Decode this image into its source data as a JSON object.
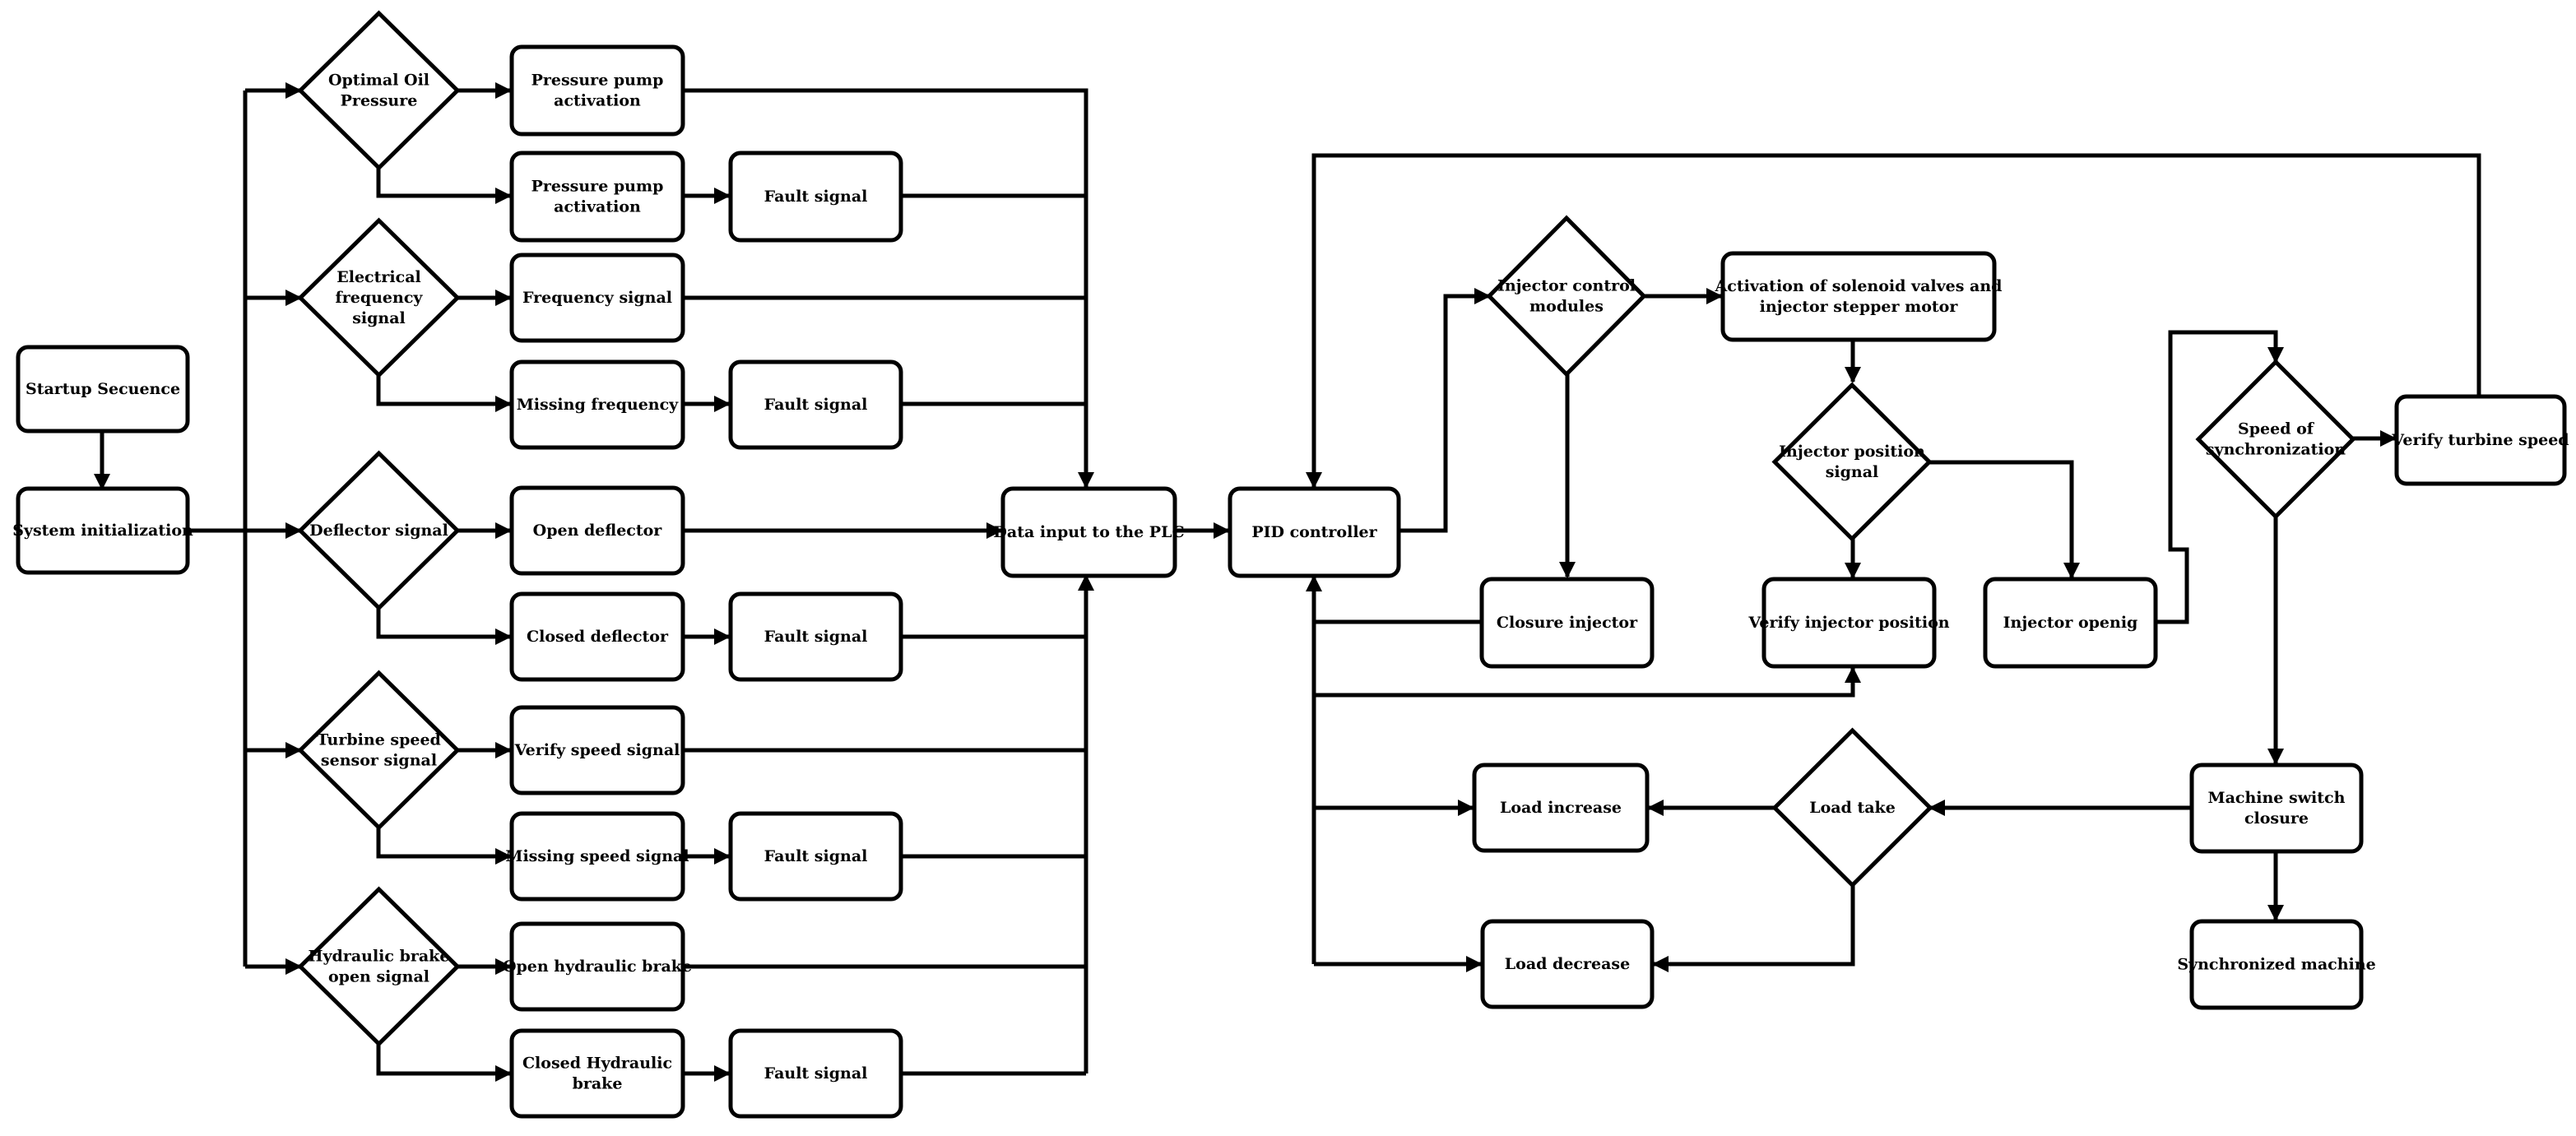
{
  "nodes": {
    "startup": {
      "label": [
        "Startup Secuence"
      ]
    },
    "sysinit": {
      "label": [
        "System initialization"
      ]
    },
    "d_oil": {
      "label": [
        "Optimal Oil",
        "Pressure"
      ]
    },
    "pump1": {
      "label": [
        "Pressure pump",
        "activation"
      ]
    },
    "pump2": {
      "label": [
        "Pressure pump",
        "activation"
      ]
    },
    "fault1": {
      "label": [
        "Fault signal"
      ]
    },
    "d_freq": {
      "label": [
        "Electrical",
        "frequency",
        "signal"
      ]
    },
    "freq": {
      "label": [
        "Frequency signal"
      ]
    },
    "missfreq": {
      "label": [
        "Missing frequency"
      ]
    },
    "fault2": {
      "label": [
        "Fault signal"
      ]
    },
    "d_defl": {
      "label": [
        "Deflector signal"
      ]
    },
    "opendefl": {
      "label": [
        "Open deflector"
      ]
    },
    "closedefl": {
      "label": [
        "Closed deflector"
      ]
    },
    "fault3": {
      "label": [
        "Fault signal"
      ]
    },
    "d_speed": {
      "label": [
        "Turbine speed",
        "sensor signal"
      ]
    },
    "verspeed": {
      "label": [
        "Verify speed signal"
      ]
    },
    "missspeed": {
      "label": [
        "Missing speed signal"
      ]
    },
    "fault4": {
      "label": [
        "Fault signal"
      ]
    },
    "d_brake": {
      "label": [
        "Hydraulic brake",
        "open signal"
      ]
    },
    "openbrake": {
      "label": [
        "Open hydraulic brake"
      ]
    },
    "closebrake": {
      "label": [
        "Closed Hydraulic",
        "brake"
      ]
    },
    "fault5": {
      "label": [
        "Fault signal"
      ]
    },
    "plc": {
      "label": [
        "Data input to the PLC"
      ]
    },
    "pid": {
      "label": [
        "PID controller"
      ]
    },
    "d_inj": {
      "label": [
        "Injector control",
        "modules"
      ]
    },
    "solenoid": {
      "label": [
        "Activation of solenoid valves and",
        "injector stepper motor"
      ]
    },
    "closure": {
      "label": [
        "Closure injector"
      ]
    },
    "d_injpos": {
      "label": [
        "Injector position",
        "signal"
      ]
    },
    "verinj": {
      "label": [
        "Verify injector position"
      ]
    },
    "injopen": {
      "label": [
        "Injector openig"
      ]
    },
    "d_sync": {
      "label": [
        "Speed of",
        "synchronization"
      ]
    },
    "verturb": {
      "label": [
        "Verify turbine speed"
      ]
    },
    "switch": {
      "label": [
        "Machine switch",
        "closure"
      ]
    },
    "synced": {
      "label": [
        "Synchronized machine"
      ]
    },
    "d_load": {
      "label": [
        "Load take"
      ]
    },
    "loadinc": {
      "label": [
        "Load increase"
      ]
    },
    "loaddec": {
      "label": [
        "Load decrease"
      ]
    }
  }
}
